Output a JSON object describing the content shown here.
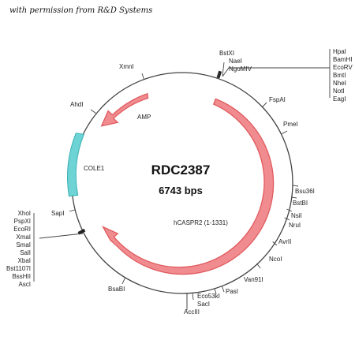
{
  "caption": "with permission from R&D Systems",
  "plasmid": {
    "name": "RDC2387",
    "size_label": "6743 bps"
  },
  "features": {
    "amp": "AMP",
    "cole1": "COLE1",
    "hcaspr2": "hCASPR2 (1-1331)"
  },
  "sites": {
    "bstxi": "BstXI",
    "nael": "NaeI",
    "ngomiv": "NgoMIV",
    "fspai": "FspAI",
    "pmel": "PmeI",
    "bsu36i": "Bsu36I",
    "bstbi": "BstBI",
    "nsil": "NsiI",
    "nrul": "NruI",
    "avrii": "AvrII",
    "ncoi": "NcoI",
    "van91i": "Van91I",
    "pasi": "PasI",
    "eco53ki": "Eco53kI",
    "saci": "SacI",
    "acciii": "AccIII",
    "bsabi": "BsaBI",
    "sapi": "SapI",
    "ahdi": "AhdI",
    "xmni": "XmnI"
  },
  "mcs_right": [
    "HpaI",
    "BamHI",
    "EcoRV",
    "BmtI",
    "NheI",
    "NotI",
    "EagI"
  ],
  "mcs_left": [
    "XhoI",
    "PspXI",
    "EcoRI",
    "XmaI",
    "SmaI",
    "SalI",
    "XbaI",
    "Bst1107I",
    "BssHII",
    "AscI"
  ],
  "colors": {
    "orf_stroke": "#e05a5e",
    "orf_fill": "#f08c8f",
    "ori_stroke": "#3cb0b3",
    "ori_fill": "#6dd3d5",
    "backbone": "#444444"
  }
}
